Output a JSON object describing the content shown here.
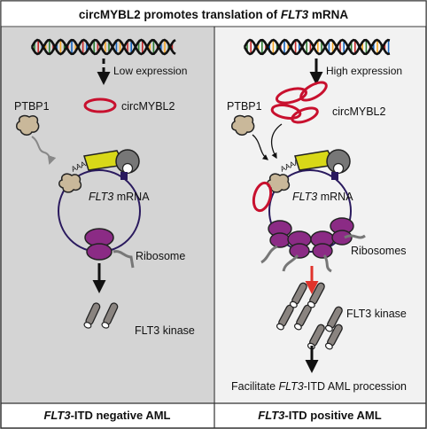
{
  "title": {
    "pre": "circMYBL2 promotes translation of ",
    "gene": "FLT3",
    "post": " mRNA"
  },
  "left": {
    "expression": "Low expression",
    "circ": "circMYBL2",
    "protein": "PTBP1",
    "mrna_gene": "FLT3",
    "mrna_rest": " mRNA",
    "ribosome": "Ribosome",
    "kinase": "FLT3 kinase",
    "footer_gene": "FLT3",
    "footer_rest": "-ITD negative AML"
  },
  "right": {
    "expression": "High expression",
    "circ": "circMYBL2",
    "protein": "PTBP1",
    "mrna_gene": "FLT3",
    "mrna_rest": " mRNA",
    "ribosome": "Ribosomes",
    "kinase": "FLT3 kinase",
    "outcome_pre": "Facilitate ",
    "outcome_gene": "FLT3",
    "outcome_post": "-ITD AML procession",
    "footer_gene": "FLT3",
    "footer_rest": "-ITD positive AML"
  },
  "polyA": "AAAAA",
  "colors": {
    "left_panel": "#d4d4d4",
    "right_panel": "#f2f2f2",
    "circrna": "#c8102e",
    "ribosome": "#8b2b85",
    "ptbp1": "#c9b89a",
    "cap": "#d8d818",
    "mrna": "#2a1a5e",
    "arrow_red": "#e0332b"
  }
}
